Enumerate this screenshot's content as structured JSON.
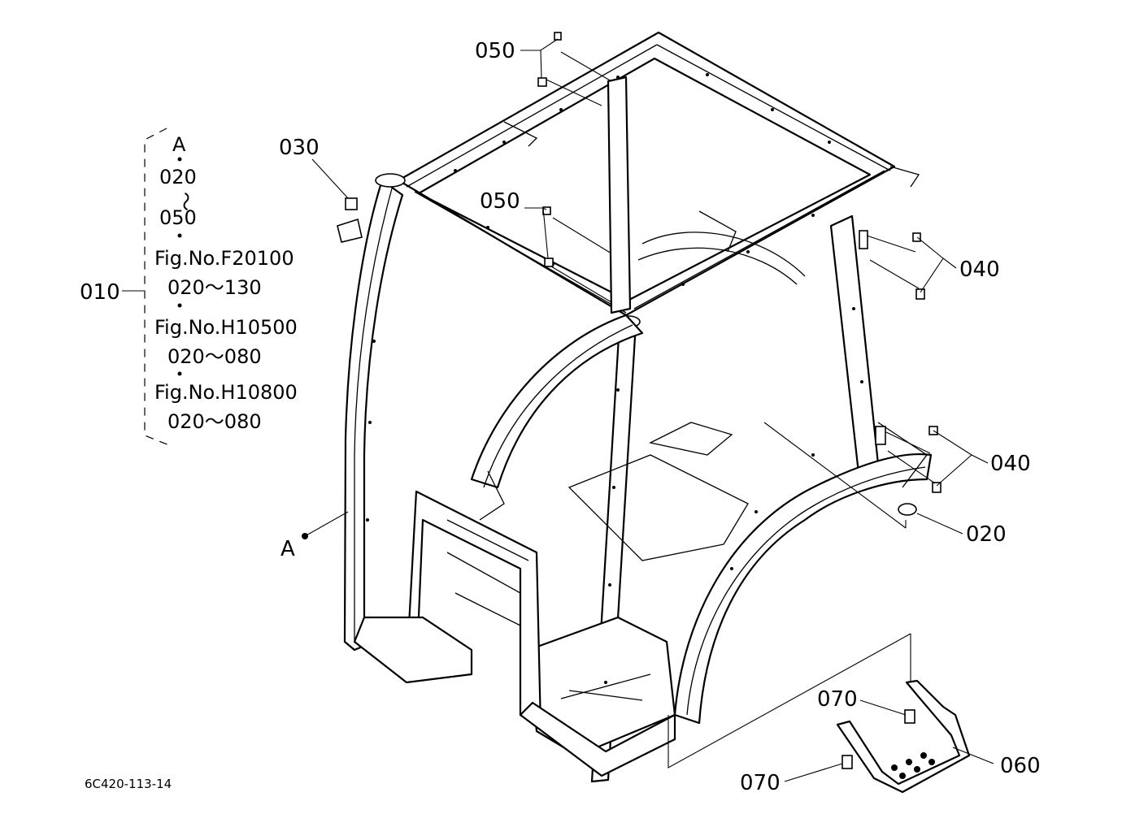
{
  "callouts": {
    "p010": "010",
    "p020": "020",
    "p030": "030",
    "p040_upper": "040",
    "p040_lower": "040",
    "p050_top": "050",
    "p050_mid": "050",
    "p060": "060",
    "p070_upper": "070",
    "p070_lower": "070",
    "ref_a": "A"
  },
  "assembly_note": {
    "line1": "A",
    "line2": "020",
    "line3": "〜",
    "line4": "050",
    "line5": "Fig.No.F20100",
    "line6": "020〜130",
    "line7": "Fig.No.H10500",
    "line8": "020〜080",
    "line9": "Fig.No.H10800",
    "line10": "020〜080"
  },
  "drawing_code": "6C420-113-14"
}
